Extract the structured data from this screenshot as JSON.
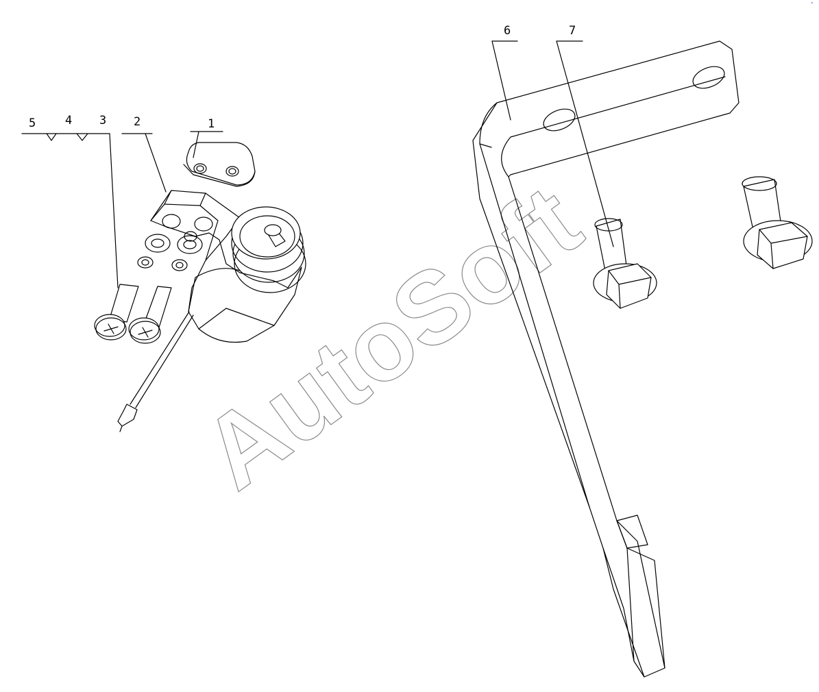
{
  "diagram": {
    "callouts": [
      {
        "id": "1",
        "label": "1"
      },
      {
        "id": "2",
        "label": "2"
      },
      {
        "id": "3",
        "label": "3"
      },
      {
        "id": "4",
        "label": "4"
      },
      {
        "id": "5",
        "label": "5"
      },
      {
        "id": "6",
        "label": "6"
      },
      {
        "id": "7",
        "label": "7"
      }
    ],
    "watermark": "AutoSoft",
    "corner_mark": "*"
  }
}
